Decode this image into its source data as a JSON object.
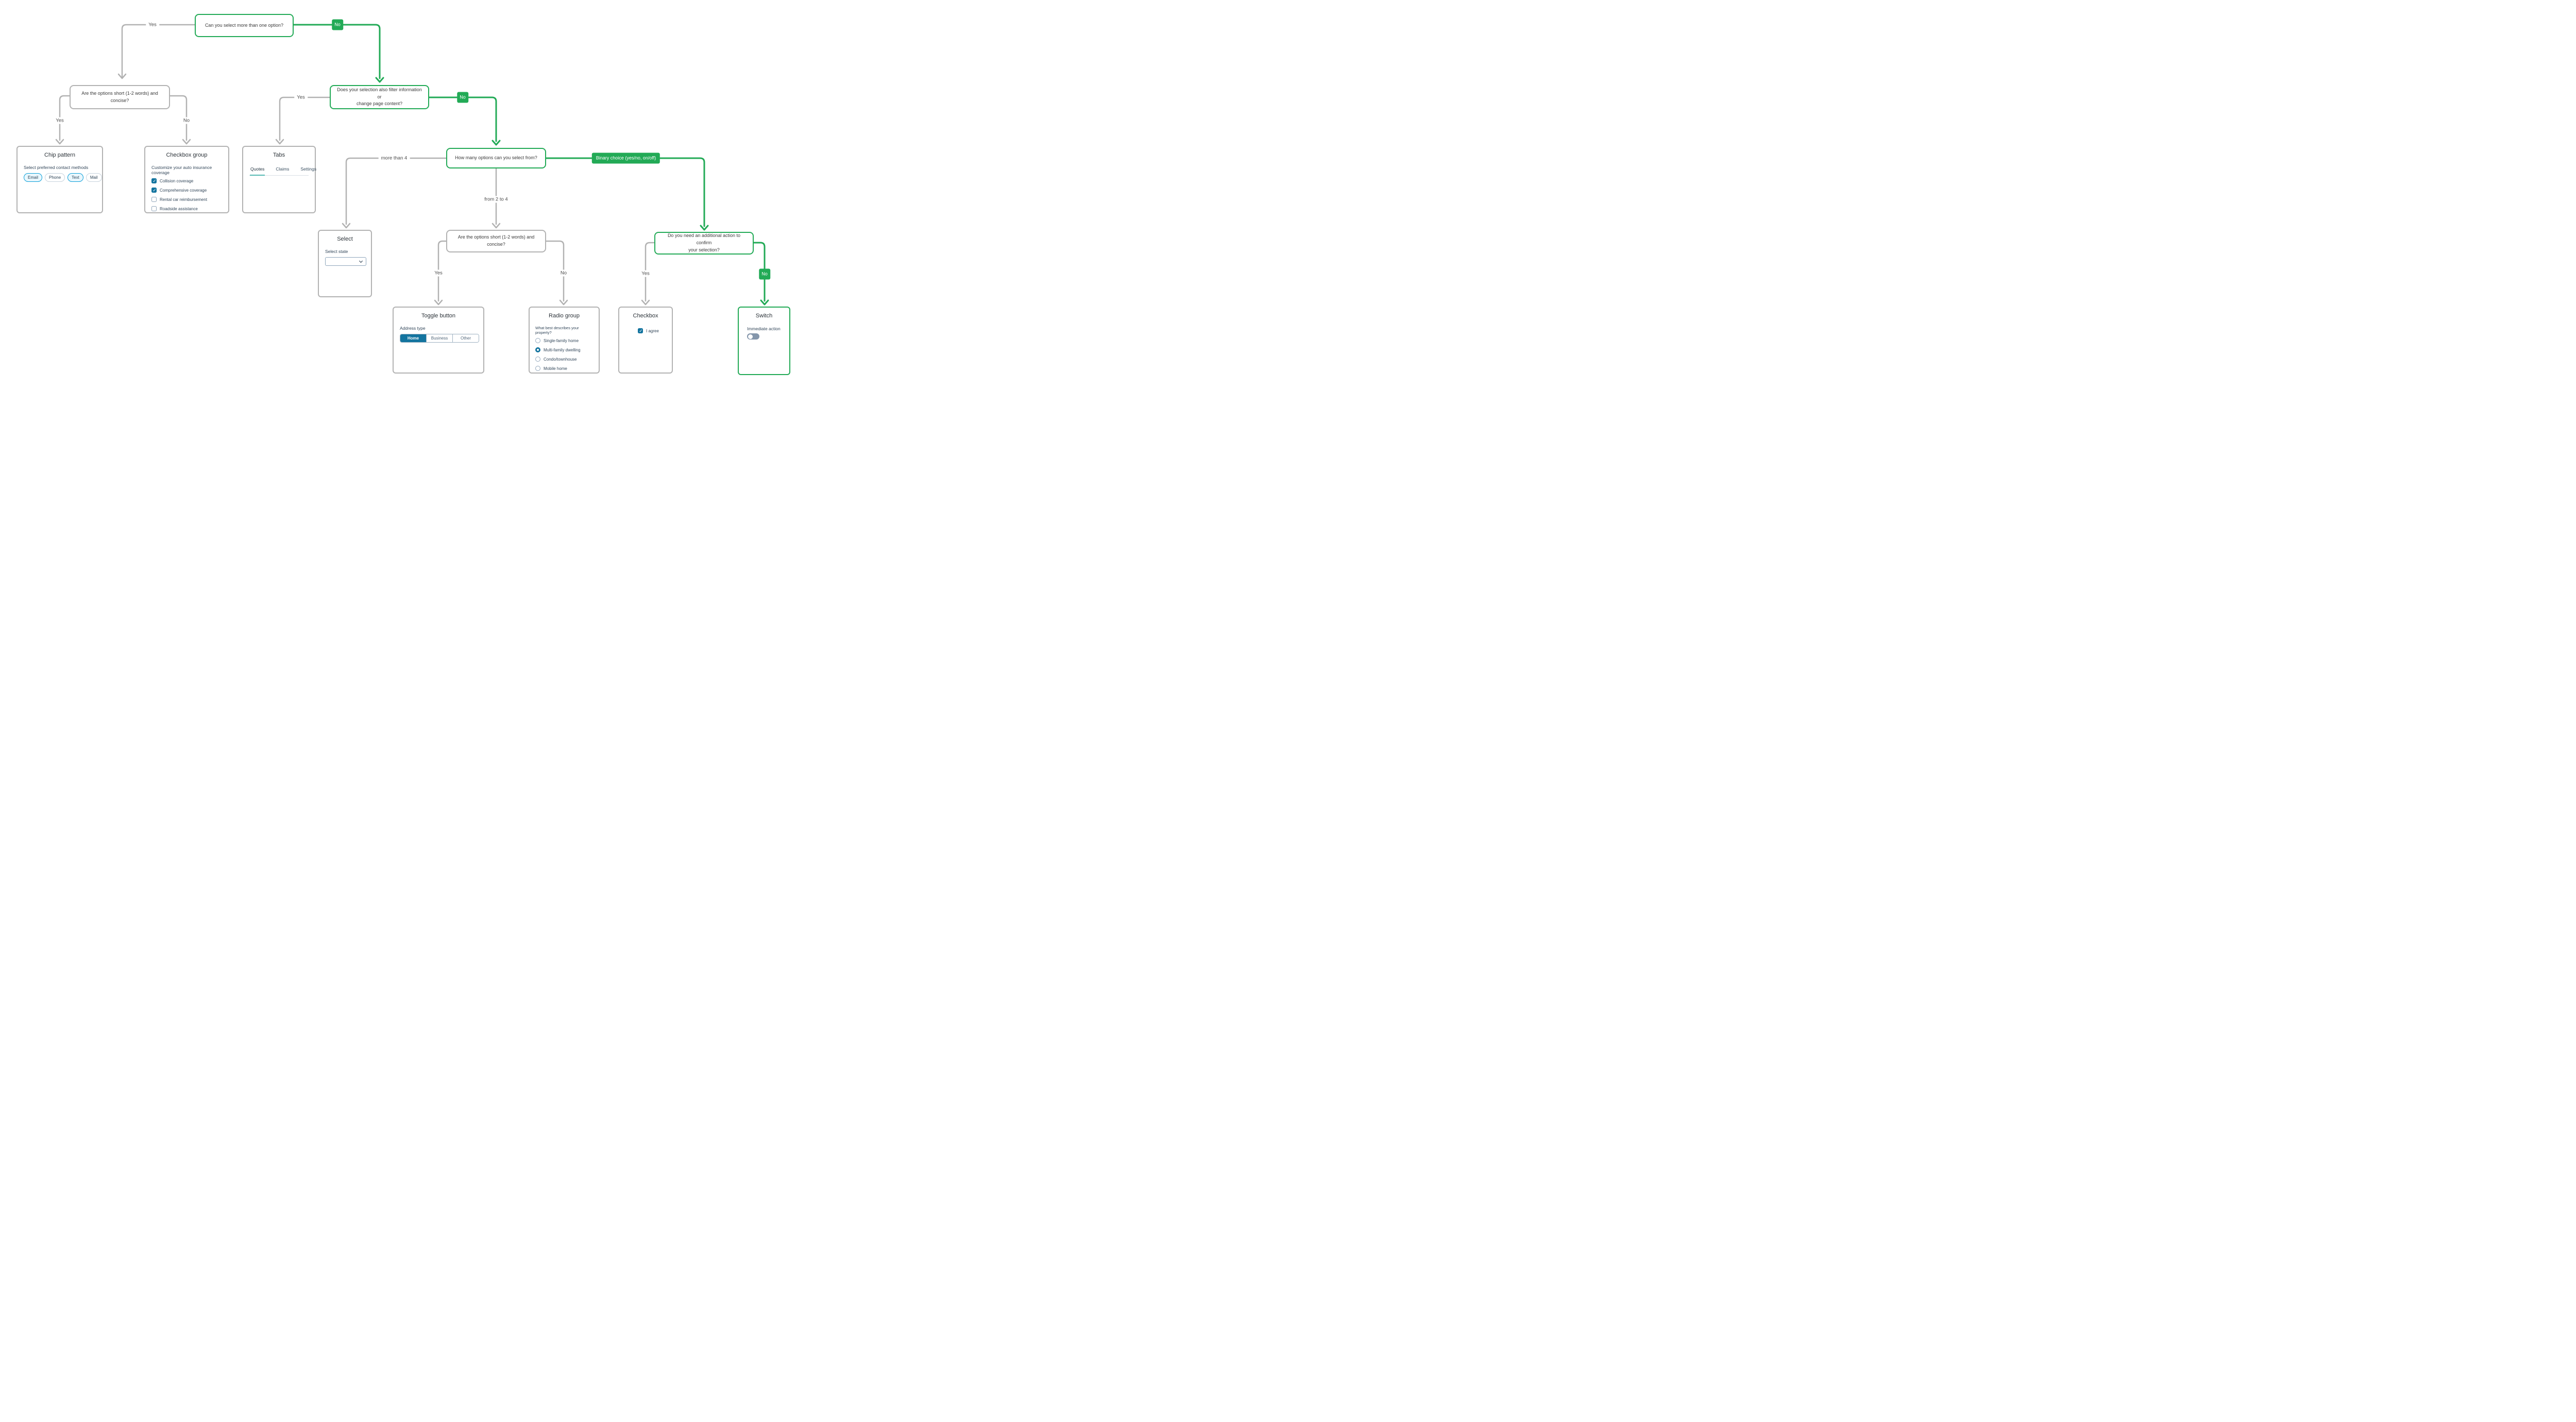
{
  "flow": {
    "nodes": {
      "q1": {
        "text": "Can you select more than one option?",
        "highlighted": true
      },
      "q2": {
        "text": "Are the options short (1-2 words) and\nconcise?",
        "highlighted": false
      },
      "q3": {
        "text": "Does your selection also filter information or\nchange page content?",
        "highlighted": true
      },
      "q4": {
        "text": "How many options can you select from?",
        "highlighted": true
      },
      "q5": {
        "text": "Are the options short (1-2 words) and\nconcise?",
        "highlighted": false
      },
      "q6": {
        "text": "Do you need an additional action to confirm\nyour selection?",
        "highlighted": true
      }
    },
    "labels": {
      "q1_yes": "Yes",
      "q1_no": "No",
      "q2_yes": "Yes",
      "q2_no": "No",
      "q3_yes": "Yes",
      "q3_no": "No",
      "q4_more": "more than 4",
      "q4_mid": "from 2 to 4",
      "q4_binary": "Binary choice (yes/no, on/off)",
      "q5_yes": "Yes",
      "q5_no": "No",
      "q6_yes": "Yes",
      "q6_no": "No"
    },
    "colors": {
      "accent_green": "#22aa56",
      "line_gray": "#b2b2b2",
      "control_teal": "#13749f",
      "chip_blue": "#0a9fd9",
      "tab_teal": "#55b9b2",
      "switch_track": "#8496ab"
    }
  },
  "cards": {
    "chip": {
      "title": "Chip pattern",
      "label": "Select preferred contact methods",
      "options": [
        {
          "label": "Email",
          "selected": true
        },
        {
          "label": "Phone",
          "selected": false
        },
        {
          "label": "Text",
          "selected": true
        },
        {
          "label": "Mail",
          "selected": false
        }
      ]
    },
    "checkbox_group": {
      "title": "Checkbox group",
      "label": "Customize your auto insurance coverage",
      "options": [
        {
          "label": "Collision coverage",
          "checked": true
        },
        {
          "label": "Comprehensive coverage",
          "checked": true
        },
        {
          "label": "Rental car reimbursement",
          "checked": false
        },
        {
          "label": "Roadside assistance",
          "checked": false
        }
      ]
    },
    "tabs": {
      "title": "Tabs",
      "items": [
        {
          "label": "Quotes",
          "active": true
        },
        {
          "label": "Claims",
          "active": false
        },
        {
          "label": "Settings",
          "active": false
        }
      ]
    },
    "select": {
      "title": "Select",
      "label": "Select state",
      "value": ""
    },
    "toggle": {
      "title": "Toggle button",
      "label": "Address type",
      "options": [
        {
          "label": "Home",
          "selected": true
        },
        {
          "label": "Business",
          "selected": false
        },
        {
          "label": "Other",
          "selected": false
        }
      ]
    },
    "radio": {
      "title": "Radio group",
      "label": "What best describes your property?",
      "options": [
        {
          "label": "Single-family home",
          "checked": false
        },
        {
          "label": "Multi-family dwelling",
          "checked": true
        },
        {
          "label": "Condo/townhouse",
          "checked": false
        },
        {
          "label": "Mobile home",
          "checked": false
        }
      ]
    },
    "checkbox": {
      "title": "Checkbox",
      "options": [
        {
          "label": "I agree",
          "checked": true
        }
      ]
    },
    "switch": {
      "title": "Switch",
      "label": "Immediate action",
      "on": false
    }
  }
}
